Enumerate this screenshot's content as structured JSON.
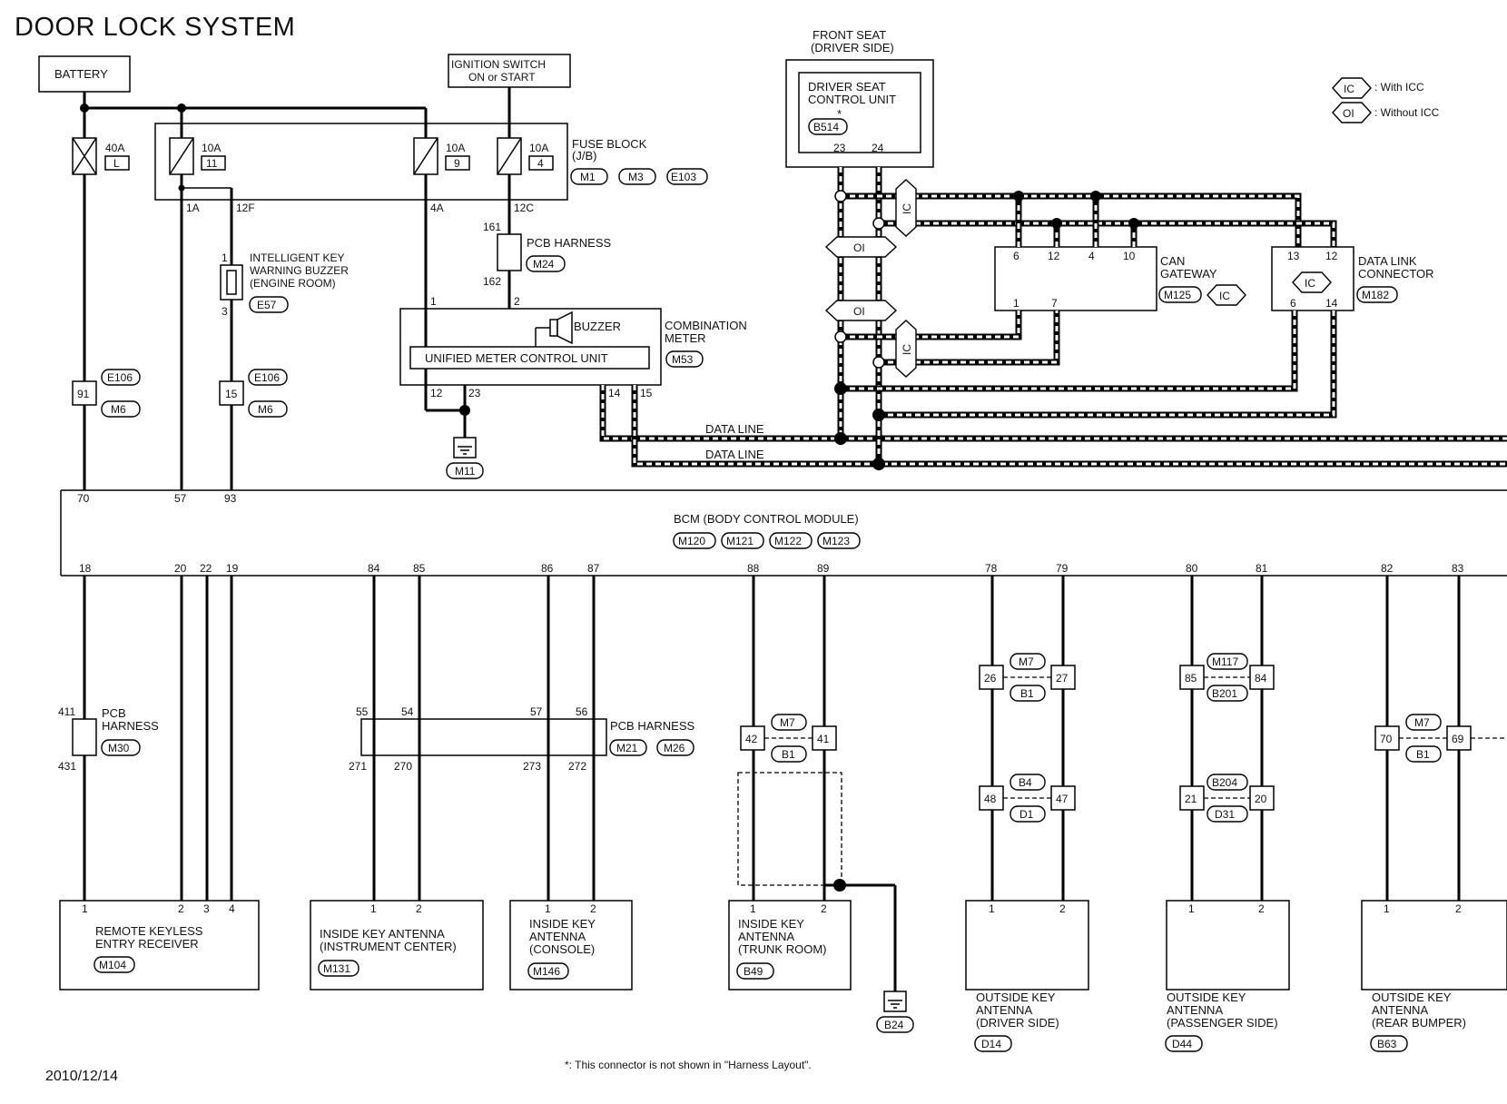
{
  "title": "DOOR LOCK SYSTEM",
  "date": "2010/12/14",
  "footnote": "*: This connector is not shown in \"Harness Layout\".",
  "legend": {
    "ic_text": ": With ICC",
    "oi_text": ": Without ICC",
    "ic": "IC",
    "oi": "OI"
  },
  "battery": "BATTERY",
  "ignition": {
    "line1": "IGNITION SWITCH",
    "line2": "ON or START"
  },
  "fuses": [
    {
      "amp": "40A",
      "num": "L"
    },
    {
      "amp": "10A",
      "num": "11"
    },
    {
      "amp": "10A",
      "num": "9"
    },
    {
      "amp": "10A",
      "num": "4"
    }
  ],
  "fuse_block": {
    "line1": "FUSE BLOCK",
    "line2": "(J/B)",
    "connectors": [
      "M1",
      "M3",
      "E103"
    ],
    "pins": [
      "1A",
      "12F",
      "4A",
      "12C"
    ]
  },
  "buzzer_unit": {
    "line1": "INTELLIGENT KEY",
    "line2": "WARNING BUZZER",
    "line3": "(ENGINE ROOM)",
    "conn": "E57",
    "pins": [
      "1",
      "3"
    ]
  },
  "pcb_harness_m24": {
    "label": "PCB HARNESS",
    "conn": "M24",
    "pins": [
      "161",
      "162"
    ]
  },
  "combination_meter": {
    "line1": "COMBINATION",
    "line2": "METER",
    "conn": "M53",
    "buzzer": "BUZZER",
    "unit": "UNIFIED METER CONTROL UNIT",
    "pins": [
      "1",
      "2",
      "12",
      "23",
      "14",
      "15"
    ]
  },
  "ground_m11": "M11",
  "inline_e106": [
    {
      "pin": "91",
      "top": "E106",
      "bottom": "M6"
    },
    {
      "pin": "15",
      "top": "E106",
      "bottom": "M6"
    }
  ],
  "front_seat": {
    "line1": "FRONT SEAT",
    "line2": "(DRIVER SIDE)",
    "unit1": "DRIVER SEAT",
    "unit2": "CONTROL UNIT",
    "star": "*",
    "conn": "B514",
    "pins": [
      "23",
      "24"
    ]
  },
  "can_gateway": {
    "line1": "CAN",
    "line2": "GATEWAY",
    "conn": "M125",
    "pins_top": [
      "6",
      "12",
      "4",
      "10"
    ],
    "pins_bottom": [
      "1",
      "7"
    ]
  },
  "data_link": {
    "line1": "DATA LINK",
    "line2": "CONNECTOR",
    "conn": "M182",
    "pins_top": [
      "13",
      "12"
    ],
    "pins_bottom": [
      "6",
      "14"
    ]
  },
  "data_line": "DATA LINE",
  "bcm": {
    "label": "BCM (BODY CONTROL MODULE)",
    "conns": [
      "M120",
      "M121",
      "M122",
      "M123"
    ],
    "top_pins": [
      "70",
      "57",
      "93"
    ],
    "bottom_pins": [
      "18",
      "20",
      "22",
      "19",
      "84",
      "85",
      "86",
      "87",
      "88",
      "89",
      "78",
      "79",
      "80",
      "81",
      "82",
      "83"
    ]
  },
  "pcb_m30": {
    "label1": "PCB",
    "label2": "HARNESS",
    "conn": "M30",
    "pins": [
      "411",
      "431"
    ]
  },
  "pcb_m21": {
    "label": "PCB HARNESS",
    "conns": [
      "M21",
      "M26"
    ],
    "top_pins": [
      "55",
      "54",
      "57",
      "56"
    ],
    "bottom_pins": [
      "271",
      "270",
      "273",
      "272"
    ]
  },
  "joint_connectors": [
    {
      "l": "42",
      "r": "41",
      "top": "M7",
      "bottom": "B1"
    },
    {
      "l": "26",
      "r": "27",
      "top": "M7",
      "bottom": "B1"
    },
    {
      "l": "48",
      "r": "47",
      "top": "B4",
      "bottom": "D1"
    },
    {
      "l": "85",
      "r": "84",
      "top": "M117",
      "bottom": "B201"
    },
    {
      "l": "21",
      "r": "20",
      "top": "B204",
      "bottom": "D31"
    },
    {
      "l": "70",
      "r": "69",
      "top": "M7",
      "bottom": "B1"
    }
  ],
  "components": [
    {
      "line1": "REMOTE KEYLESS",
      "line2": "ENTRY RECEIVER",
      "line3": "",
      "conn": "M104",
      "pins": [
        "1",
        "2",
        "3",
        "4"
      ]
    },
    {
      "line1": "INSIDE KEY ANTENNA",
      "line2": "(INSTRUMENT CENTER)",
      "line3": "",
      "conn": "M131",
      "pins": [
        "1",
        "2"
      ]
    },
    {
      "line1": "INSIDE KEY",
      "line2": "ANTENNA",
      "line3": "(CONSOLE)",
      "conn": "M146",
      "pins": [
        "1",
        "2"
      ]
    },
    {
      "line1": "INSIDE KEY",
      "line2": "ANTENNA",
      "line3": "(TRUNK ROOM)",
      "conn": "B49",
      "pins": [
        "1",
        "2"
      ]
    },
    {
      "line1": "OUTSIDE KEY",
      "line2": "ANTENNA",
      "line3": "(DRIVER SIDE)",
      "conn": "D14",
      "pins": [
        "1",
        "2"
      ]
    },
    {
      "line1": "OUTSIDE KEY",
      "line2": "ANTENNA",
      "line3": "(PASSENGER SIDE)",
      "conn": "D44",
      "pins": [
        "1",
        "2"
      ]
    },
    {
      "line1": "OUTSIDE KEY",
      "line2": "ANTENNA",
      "line3": "(REAR BUMPER)",
      "conn": "B63",
      "pins": [
        "1",
        "2"
      ]
    }
  ],
  "ground_b24": "B24"
}
